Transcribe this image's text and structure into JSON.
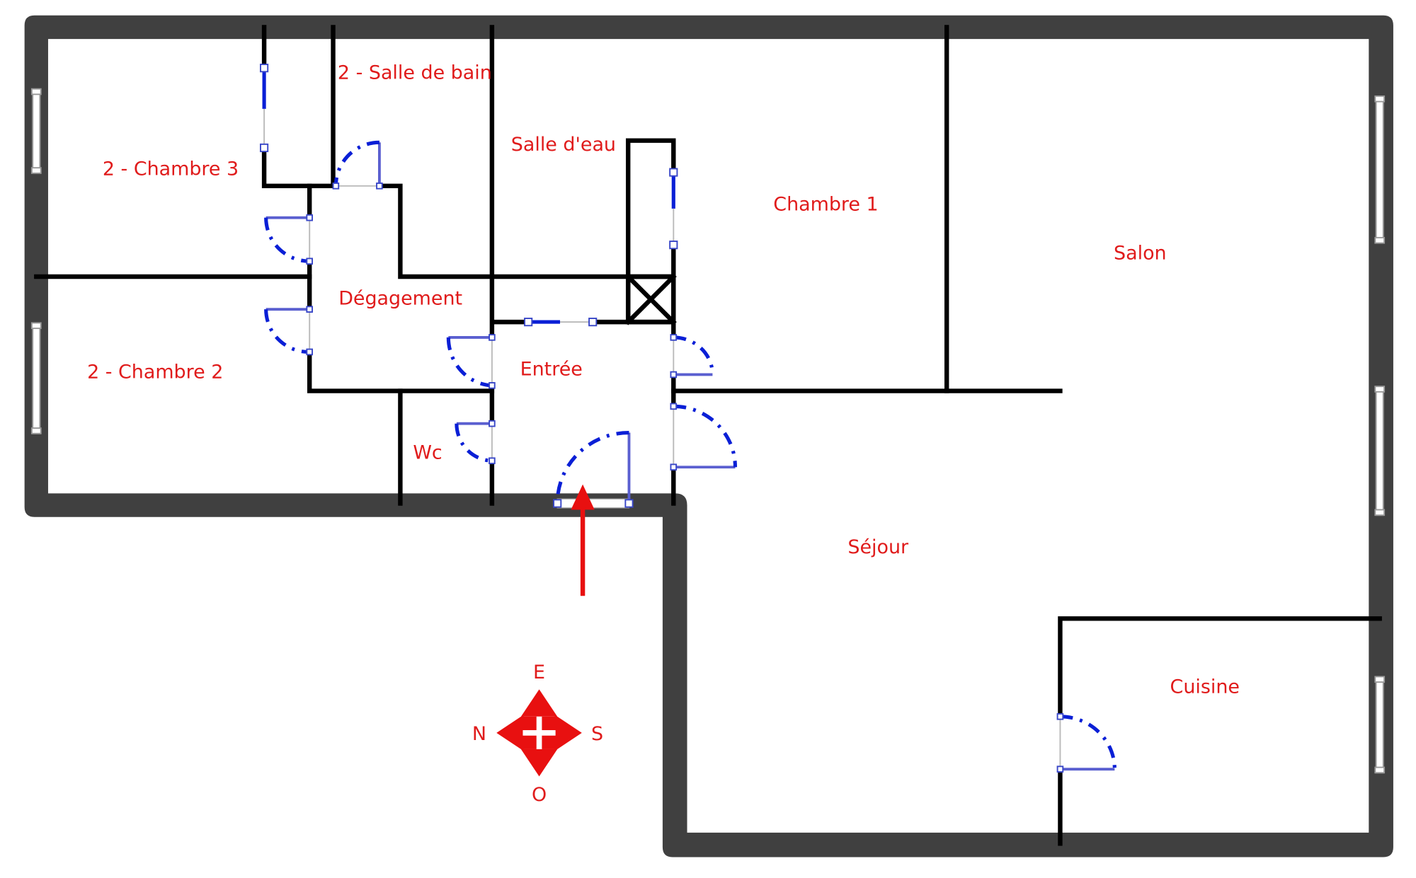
{
  "plan": {
    "rooms": {
      "chambre3": "2 - Chambre 3",
      "salle_de_bain": "2 - Salle de bain",
      "salle_d_eau": "Salle d'eau",
      "chambre1": "Chambre 1",
      "salon": "Salon",
      "degagement": "Dégagement",
      "chambre2": "2 - Chambre 2",
      "entree": "Entrée",
      "wc": "Wc",
      "sejour": "Séjour",
      "cuisine": "Cuisine"
    },
    "compass": {
      "top": "E",
      "left": "N",
      "right": "S",
      "bottom": "O"
    },
    "colors": {
      "wall_exterior": "#404040",
      "wall_interior": "#000000",
      "door": "#0a1fd6",
      "label": "#e01b1b"
    }
  }
}
